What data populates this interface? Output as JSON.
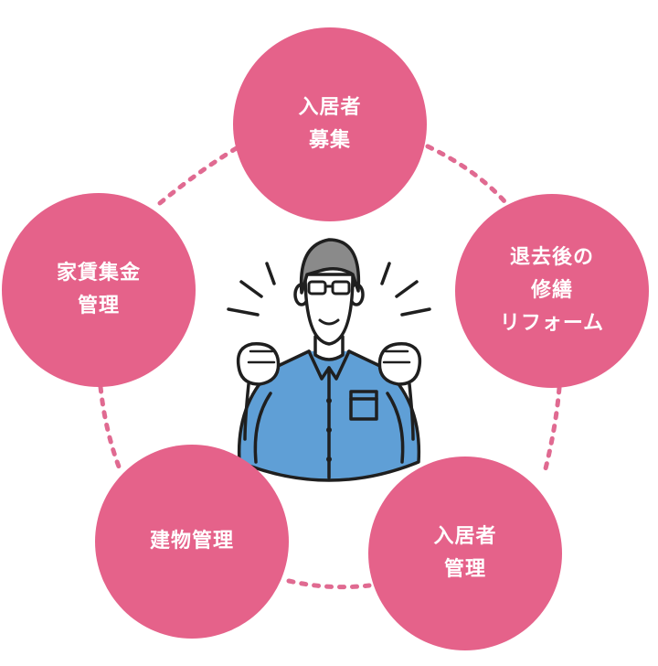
{
  "diagram": {
    "nodes": [
      {
        "id": "tenant-recruitment",
        "label": "入居者\n募集"
      },
      {
        "id": "renovation",
        "label": "退去後の\n修繕\nリフォーム"
      },
      {
        "id": "tenant-management",
        "label": "入居者\n管理"
      },
      {
        "id": "building-management",
        "label": "建物管理"
      },
      {
        "id": "rent-collection",
        "label": "家賃集金\n管理"
      }
    ],
    "center_illustration": "smiling-man-in-blue-shirt-with-fists-raised",
    "colors": {
      "node_fill": "#e5628a",
      "connector": "#e06a91",
      "shirt": "#5f9fd6",
      "outline": "#1f1f1f"
    }
  }
}
